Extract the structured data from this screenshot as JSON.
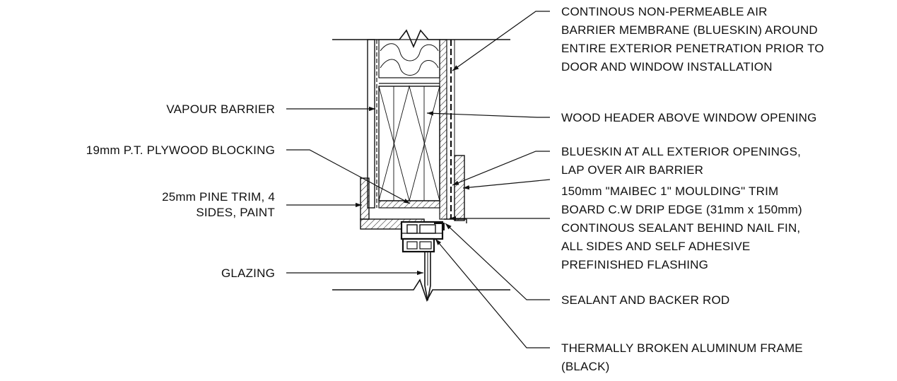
{
  "labels_left": {
    "vapour_barrier": "VAPOUR BARRIER",
    "plywood_blocking": "19mm P.T. PLYWOOD BLOCKING",
    "pine_trim_1": "25mm PINE TRIM, 4",
    "pine_trim_2": "SIDES, PAINT",
    "glazing": "GLAZING"
  },
  "labels_right": {
    "air_barrier_1": "CONTINOUS NON-PERMEABLE AIR",
    "air_barrier_2": "BARRIER MEMBRANE (BLUESKIN) AROUND",
    "air_barrier_3": "ENTIRE EXTERIOR PENETRATION PRIOR TO",
    "air_barrier_4": "DOOR AND WINDOW INSTALLATION",
    "wood_header": "WOOD HEADER ABOVE WINDOW OPENING",
    "blueskin_1": "BLUESKIN AT ALL EXTERIOR OPENINGS,",
    "blueskin_2": "LAP OVER AIR BARRIER",
    "trim_board_1": "150mm  \"MAIBEC 1\" MOULDING\" TRIM",
    "trim_board_2": "BOARD C.W DRIP EDGE (31mm x 150mm)",
    "sealant_nailfin_1": "CONTINOUS SEALANT BEHIND NAIL FIN,",
    "sealant_nailfin_2": "ALL SIDES AND SELF ADHESIVE",
    "sealant_nailfin_3": "PREFINISHED FLASHING",
    "sealant_backer": "SEALANT AND BACKER ROD",
    "alum_frame_1": "THERMALLY BROKEN ALUMINUM FRAME",
    "alum_frame_2": "(BLACK)"
  }
}
